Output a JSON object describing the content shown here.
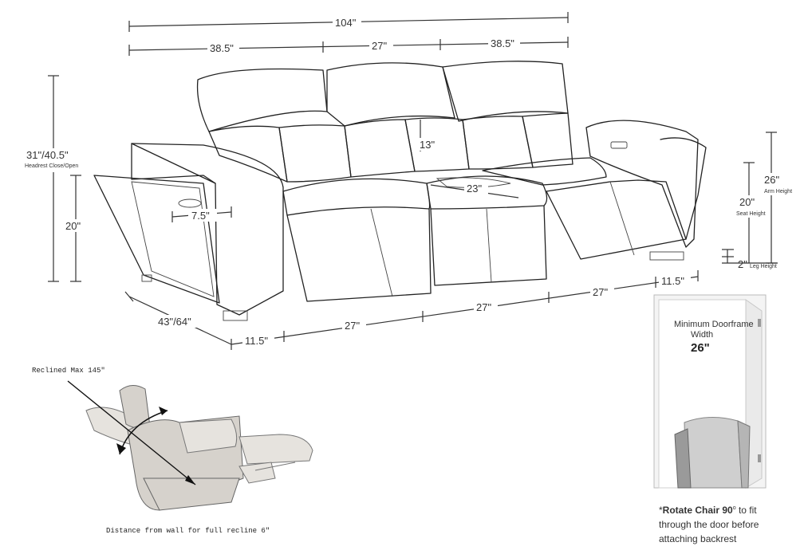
{
  "dimensions": {
    "overall_width": "104\"",
    "left_section": "38.5\"",
    "middle_section": "27\"",
    "right_section": "38.5\"",
    "headrest_height": "31\"/40.5\"",
    "headrest_note": "Headrest Close/Open",
    "seat_front_height": "20\"",
    "cupholder_width": "7.5\"",
    "back_depth": "13\"",
    "seat_depth": "23\"",
    "arm_height": "26\"",
    "arm_height_note": "Arm Height",
    "seat_height": "20\"",
    "seat_height_note": "Seat Height",
    "leg_height": "2\"",
    "leg_height_note": "Leg Height",
    "depth": "43\"/64\"",
    "arm_width_left": "11.5\"",
    "arm_width_right": "11.5\"",
    "seat_width_1": "27\"",
    "seat_width_2": "27\"",
    "seat_width_3": "27\""
  },
  "recline": {
    "max_label": "Reclined Max 145\"",
    "wall_note": "Distance from wall for full recline 6\""
  },
  "doorframe": {
    "title_line1": "Minimum Doorframe",
    "title_line2": "Width",
    "width_value": "26\"",
    "note_bold": "Rotate Chair 90",
    "note_deg": "o",
    "note_rest1": " to fit",
    "note_line2": "through the door before",
    "note_line3": "attaching backrest"
  }
}
